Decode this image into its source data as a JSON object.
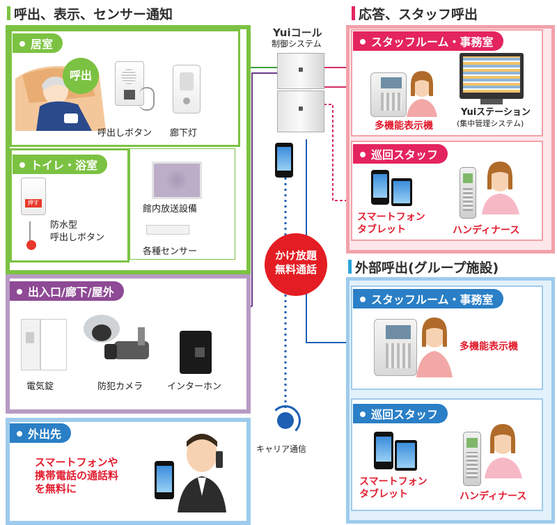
{
  "sections": {
    "call_display_sensor": "呼出、表示、センサー通知",
    "response_staff_call": "応答、スタッフ呼出",
    "external_call": "外部呼出(グループ施設)"
  },
  "controller": {
    "brand": "Yuiコール",
    "label": "制御システム"
  },
  "room": {
    "tab": "居室",
    "bubble": "呼出",
    "call_button": "呼出しボタン",
    "corridor_lamp": "廊下灯"
  },
  "toilet": {
    "tab": "トイレ・浴室",
    "waterproof_button_line1": "防水型",
    "waterproof_button_line2": "呼出しボタン",
    "button_tag": "押す"
  },
  "devices": {
    "broadcast": "館内放送設備",
    "sensors": "各種センサー"
  },
  "entrance": {
    "tab": "出入口/廊下/屋外",
    "electric_lock": "電気錠",
    "camera": "防犯カメラ",
    "intercom": "インターホン"
  },
  "outside": {
    "tab": "外出先",
    "text_line1": "スマートフォンや",
    "text_line2": "携帯電話の通話料",
    "text_line3": "を無料に"
  },
  "free_call": {
    "line1": "かけ放題",
    "line2": "無料通話"
  },
  "carrier": "キャリア通信",
  "staff_room": {
    "tab": "スタッフルーム・事務室",
    "display_phone": "多機能表示機",
    "station": "Yuiステーション",
    "station_sub": "(集中管理システム)"
  },
  "patrol": {
    "tab": "巡回スタッフ",
    "smartphone": "スマートフォン",
    "tablet": "タブレット",
    "handy_nurse": "ハンディナース"
  },
  "ext_staff_room": {
    "tab": "スタッフルーム・事務室",
    "display_phone": "多機能表示機"
  },
  "ext_patrol": {
    "tab": "巡回スタッフ",
    "smartphone": "スマートフォン",
    "tablet": "タブレット",
    "handy_nurse": "ハンディナース"
  },
  "colors": {
    "green": "#7cc242",
    "red": "#e4245f",
    "purple": "#9c4f9c",
    "blue": "#2a7fc6",
    "line_green": "#3a9a3a",
    "line_purple": "#6b3a8c",
    "line_pink": "#d62a6a",
    "line_blue": "#1d5fb3"
  }
}
